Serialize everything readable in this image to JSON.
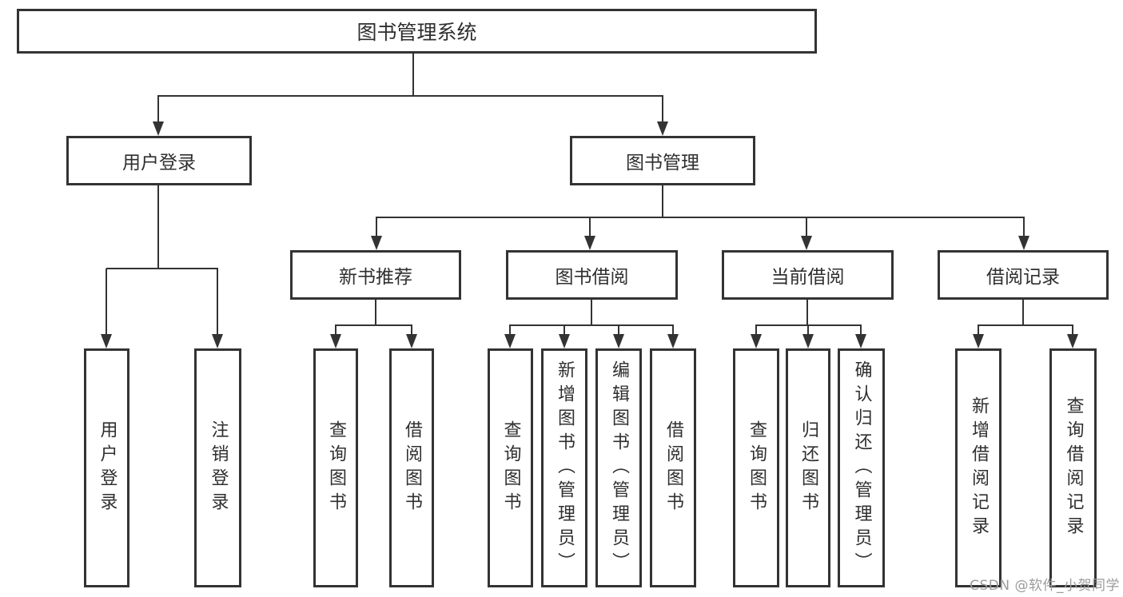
{
  "diagram": {
    "title": "图书管理系统",
    "branches": {
      "user_login": {
        "label": "用户登录",
        "children": {
          "login": "用户登录",
          "logout": "注销登录"
        }
      },
      "book_mgmt": {
        "label": "图书管理",
        "children": {
          "new_book_rec": {
            "label": "新书推荐",
            "children": {
              "query": "查询图书",
              "borrow": "借阅图书"
            }
          },
          "book_borrow": {
            "label": "图书借阅",
            "children": {
              "query": "查询图书",
              "add": "新增图书（管理员）",
              "edit": "编辑图书（管理员）",
              "borrow": "借阅图书"
            }
          },
          "current_borrow": {
            "label": "当前借阅",
            "children": {
              "query": "查询图书",
              "return": "归还图书",
              "confirm": "确认归还（管理员）"
            }
          },
          "borrow_records": {
            "label": "借阅记录",
            "children": {
              "add": "新增借阅记录",
              "query": "查询借阅记录"
            }
          }
        }
      }
    }
  },
  "watermark": "CSDN @软件_小贺同学",
  "colors": {
    "line": "#333333",
    "text": "#2f2f2f",
    "background": "#ffffff",
    "watermark": "#9b9b9b"
  }
}
